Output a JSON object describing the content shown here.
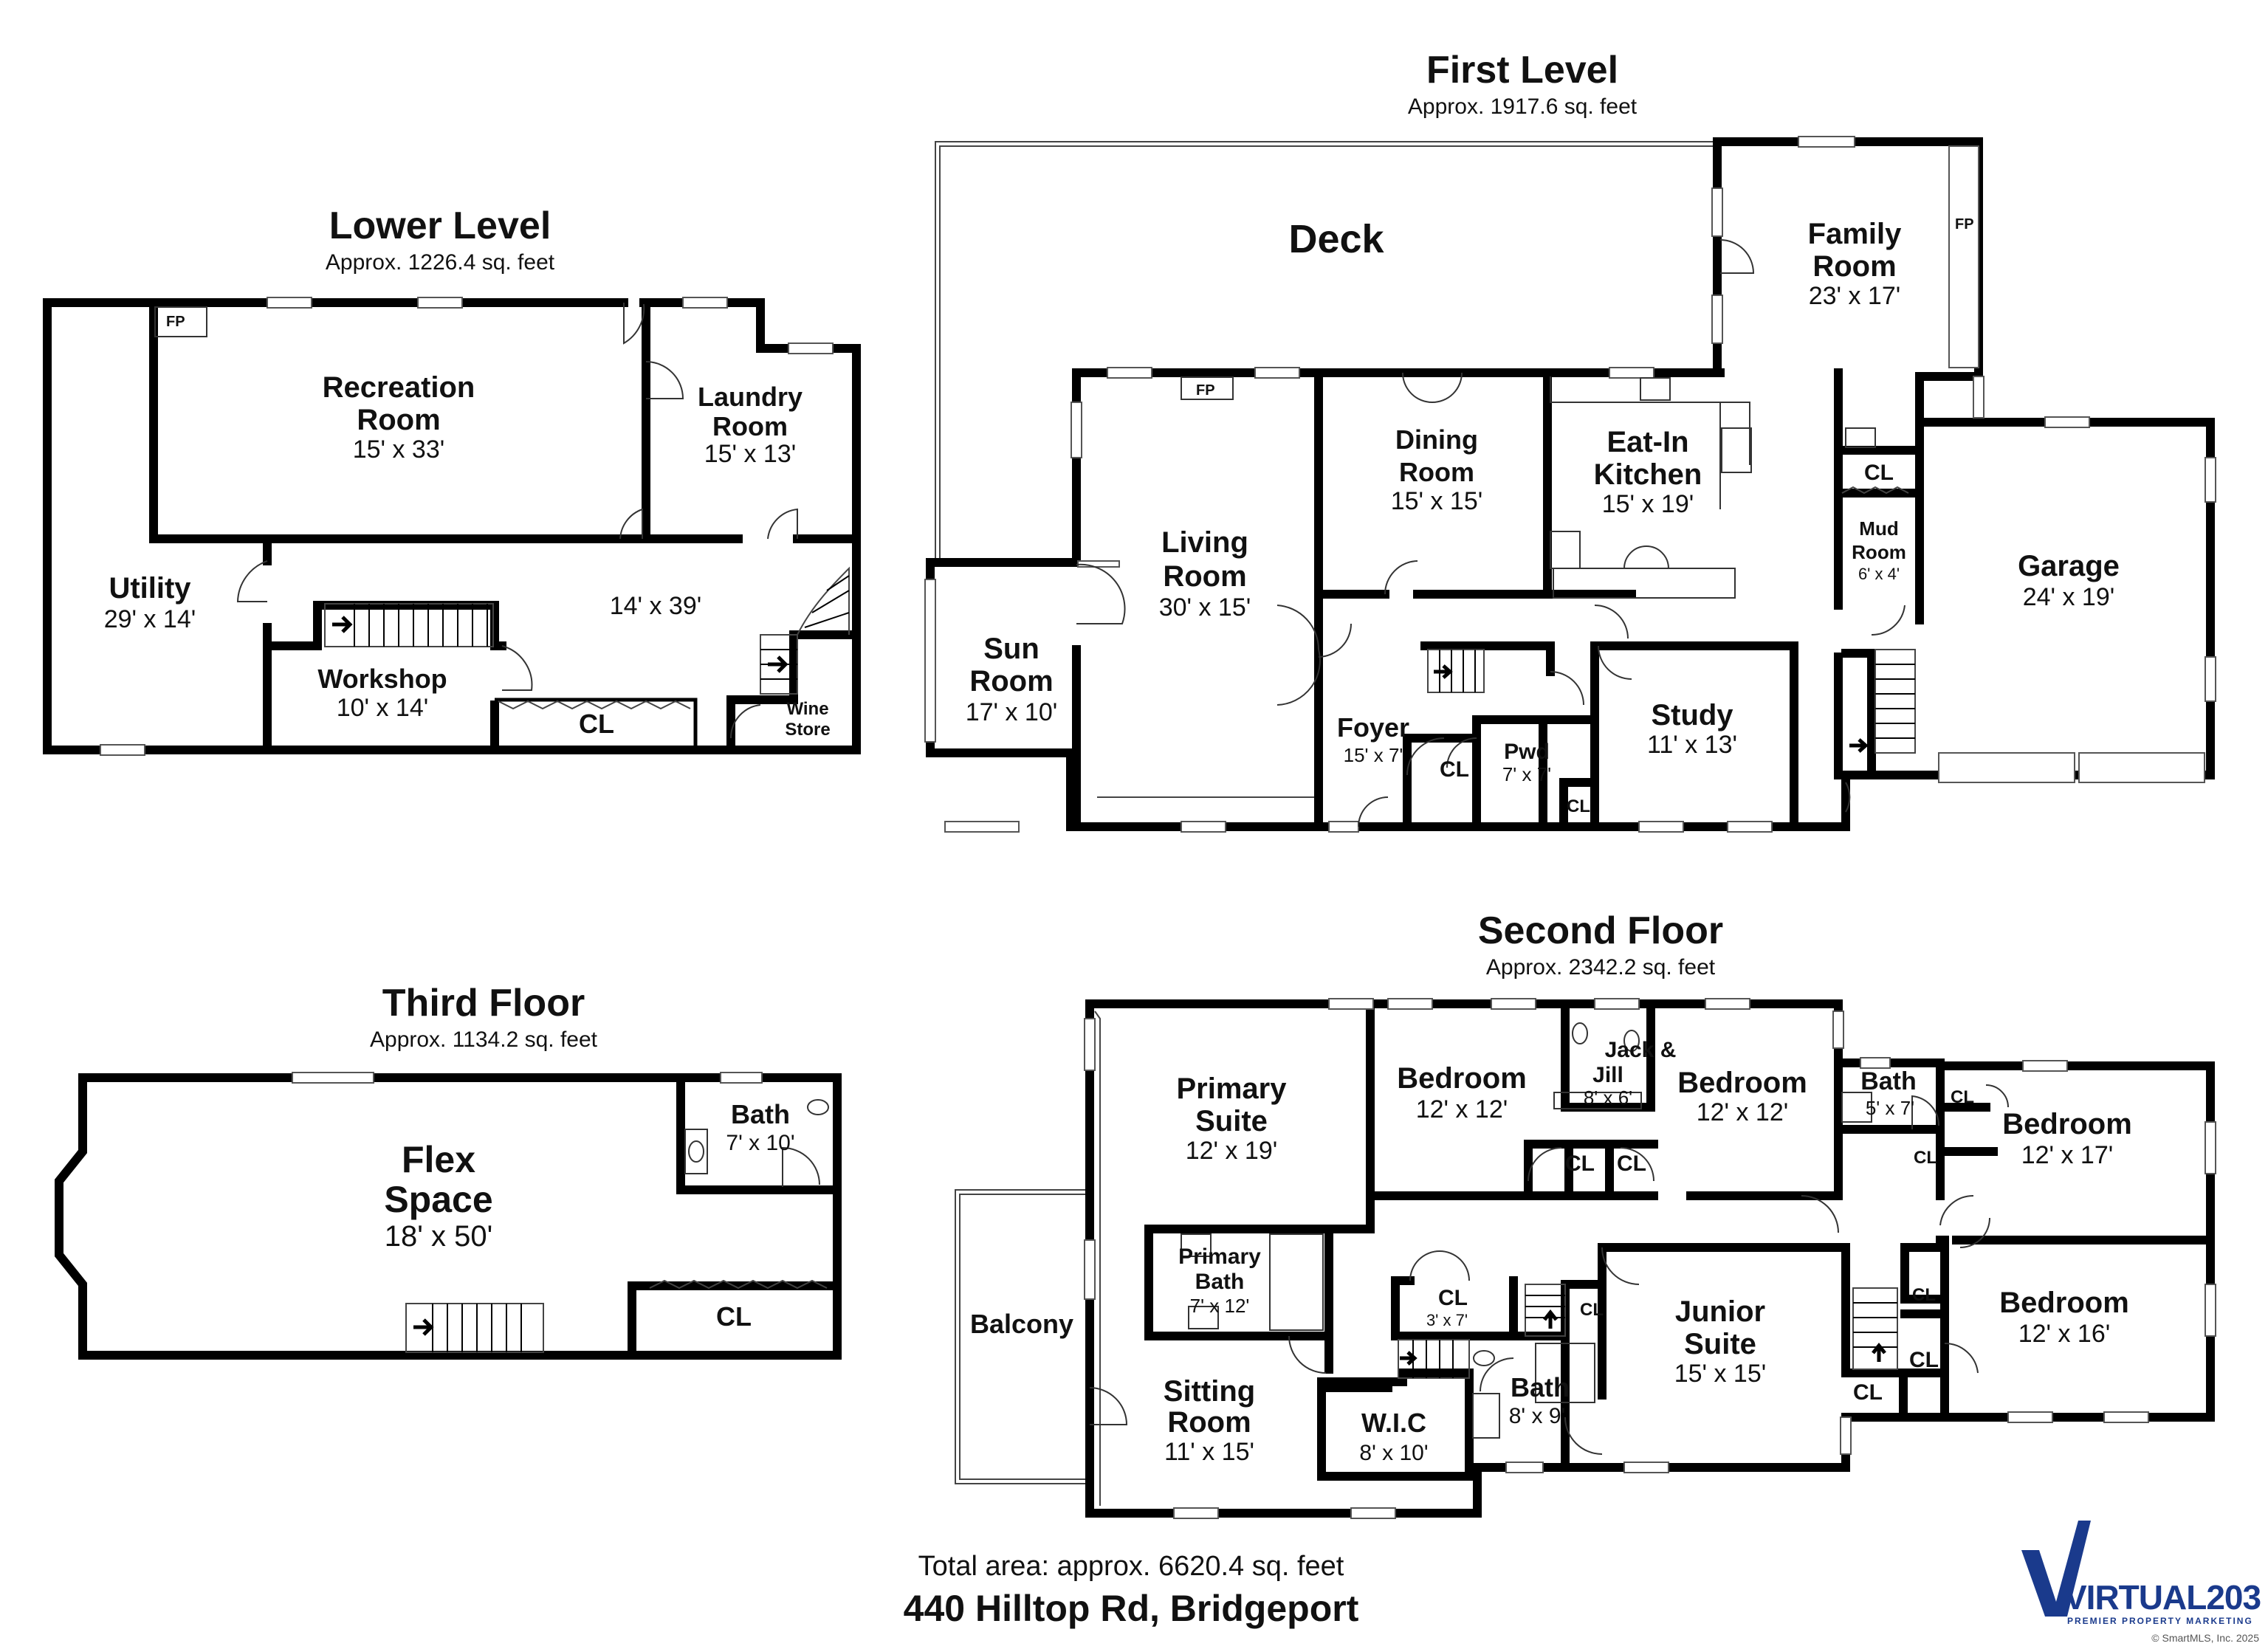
{
  "floors": {
    "lower": {
      "title": "Lower Level",
      "area": "Approx. 1226.4 sq. feet",
      "rooms": {
        "recreation": {
          "name1": "Recreation",
          "name2": "Room",
          "dim": "15' x 33'"
        },
        "laundry": {
          "name1": "Laundry",
          "name2": "Room",
          "dim": "15' x 13'"
        },
        "utility": {
          "name": "Utility",
          "dim": "29' x 14'"
        },
        "hall": {
          "dim": "14' x 39'"
        },
        "workshop": {
          "name": "Workshop",
          "dim": "10' x 14'"
        },
        "closet": {
          "name": "CL"
        },
        "wine": {
          "name1": "Wine",
          "name2": "Store"
        },
        "fp": "FP"
      }
    },
    "first": {
      "title": "First Level",
      "area": "Approx. 1917.6 sq. feet",
      "rooms": {
        "deck": {
          "name": "Deck"
        },
        "family": {
          "name1": "Family",
          "name2": "Room",
          "dim": "23' x 17'"
        },
        "living": {
          "name1": "Living",
          "name2": "Room",
          "dim": "30' x 15'"
        },
        "dining": {
          "name1": "Dining",
          "name2": "Room",
          "dim": "15' x 15'"
        },
        "kitchen": {
          "name1": "Eat-In",
          "name2": "Kitchen",
          "dim": "15' x 19'"
        },
        "sun": {
          "name1": "Sun",
          "name2": "Room",
          "dim": "17' x 10'"
        },
        "foyer": {
          "name": "Foyer",
          "dim": "15' x 7'"
        },
        "pwd": {
          "name": "Pwd",
          "dim": "7' x 7'"
        },
        "study": {
          "name": "Study",
          "dim": "11' x 13'"
        },
        "mud": {
          "name1": "Mud",
          "name2": "Room",
          "dim": "6' x 4'"
        },
        "garage": {
          "name": "Garage",
          "dim": "24' x 19'"
        },
        "cl_mud": "CL",
        "cl_foyer": "CL",
        "cl_study": "CL",
        "fp_family": "FP",
        "fp_living": "FP"
      }
    },
    "third": {
      "title": "Third Floor",
      "area": "Approx. 1134.2 sq. feet",
      "rooms": {
        "flex": {
          "name1": "Flex",
          "name2": "Space",
          "dim": "18' x 50'"
        },
        "bath": {
          "name": "Bath",
          "dim": "7' x 10'"
        },
        "closet": {
          "name": "CL"
        }
      }
    },
    "second": {
      "title": "Second Floor",
      "area": "Approx. 2342.2 sq. feet",
      "rooms": {
        "primary": {
          "name1": "Primary",
          "name2": "Suite",
          "dim": "12' x 19'"
        },
        "bed1": {
          "name": "Bedroom",
          "dim": "12' x 12'"
        },
        "jack": {
          "name1": "Jack &",
          "name2": "Jill",
          "dim": "8' x 6'"
        },
        "bed2": {
          "name": "Bedroom",
          "dim": "12' x 12'"
        },
        "bath_small": {
          "name": "Bath",
          "dim": "5' x 7'"
        },
        "bed3": {
          "name": "Bedroom",
          "dim": "12' x 17'"
        },
        "bed4": {
          "name": "Bedroom",
          "dim": "12' x 16'"
        },
        "primary_bath": {
          "name1": "Primary",
          "name2": "Bath",
          "dim": "7' x 12'"
        },
        "balcony": {
          "name": "Balcony"
        },
        "sitting": {
          "name1": "Sitting",
          "name2": "Room",
          "dim": "11' x 15'"
        },
        "wic": {
          "name": "W.I.C",
          "dim": "8' x 10'"
        },
        "cl_hall": {
          "name": "CL",
          "dim": "3' x 7'"
        },
        "bath_mid": {
          "name": "Bath",
          "dim": "8' x 9'"
        },
        "junior": {
          "name1": "Junior",
          "name2": "Suite",
          "dim": "15' x 15'"
        },
        "cl": "CL"
      }
    }
  },
  "footer": {
    "total": "Total area: approx. 6620.4 sq. feet",
    "address": "440 Hilltop Rd, Bridgeport"
  },
  "logo": {
    "brand": "VIRTUAL203",
    "tagline": "PREMIER PROPERTY MARKETING",
    "copyright": "© SmartMLS, Inc. 2025",
    "color": "#1a3a8c"
  }
}
